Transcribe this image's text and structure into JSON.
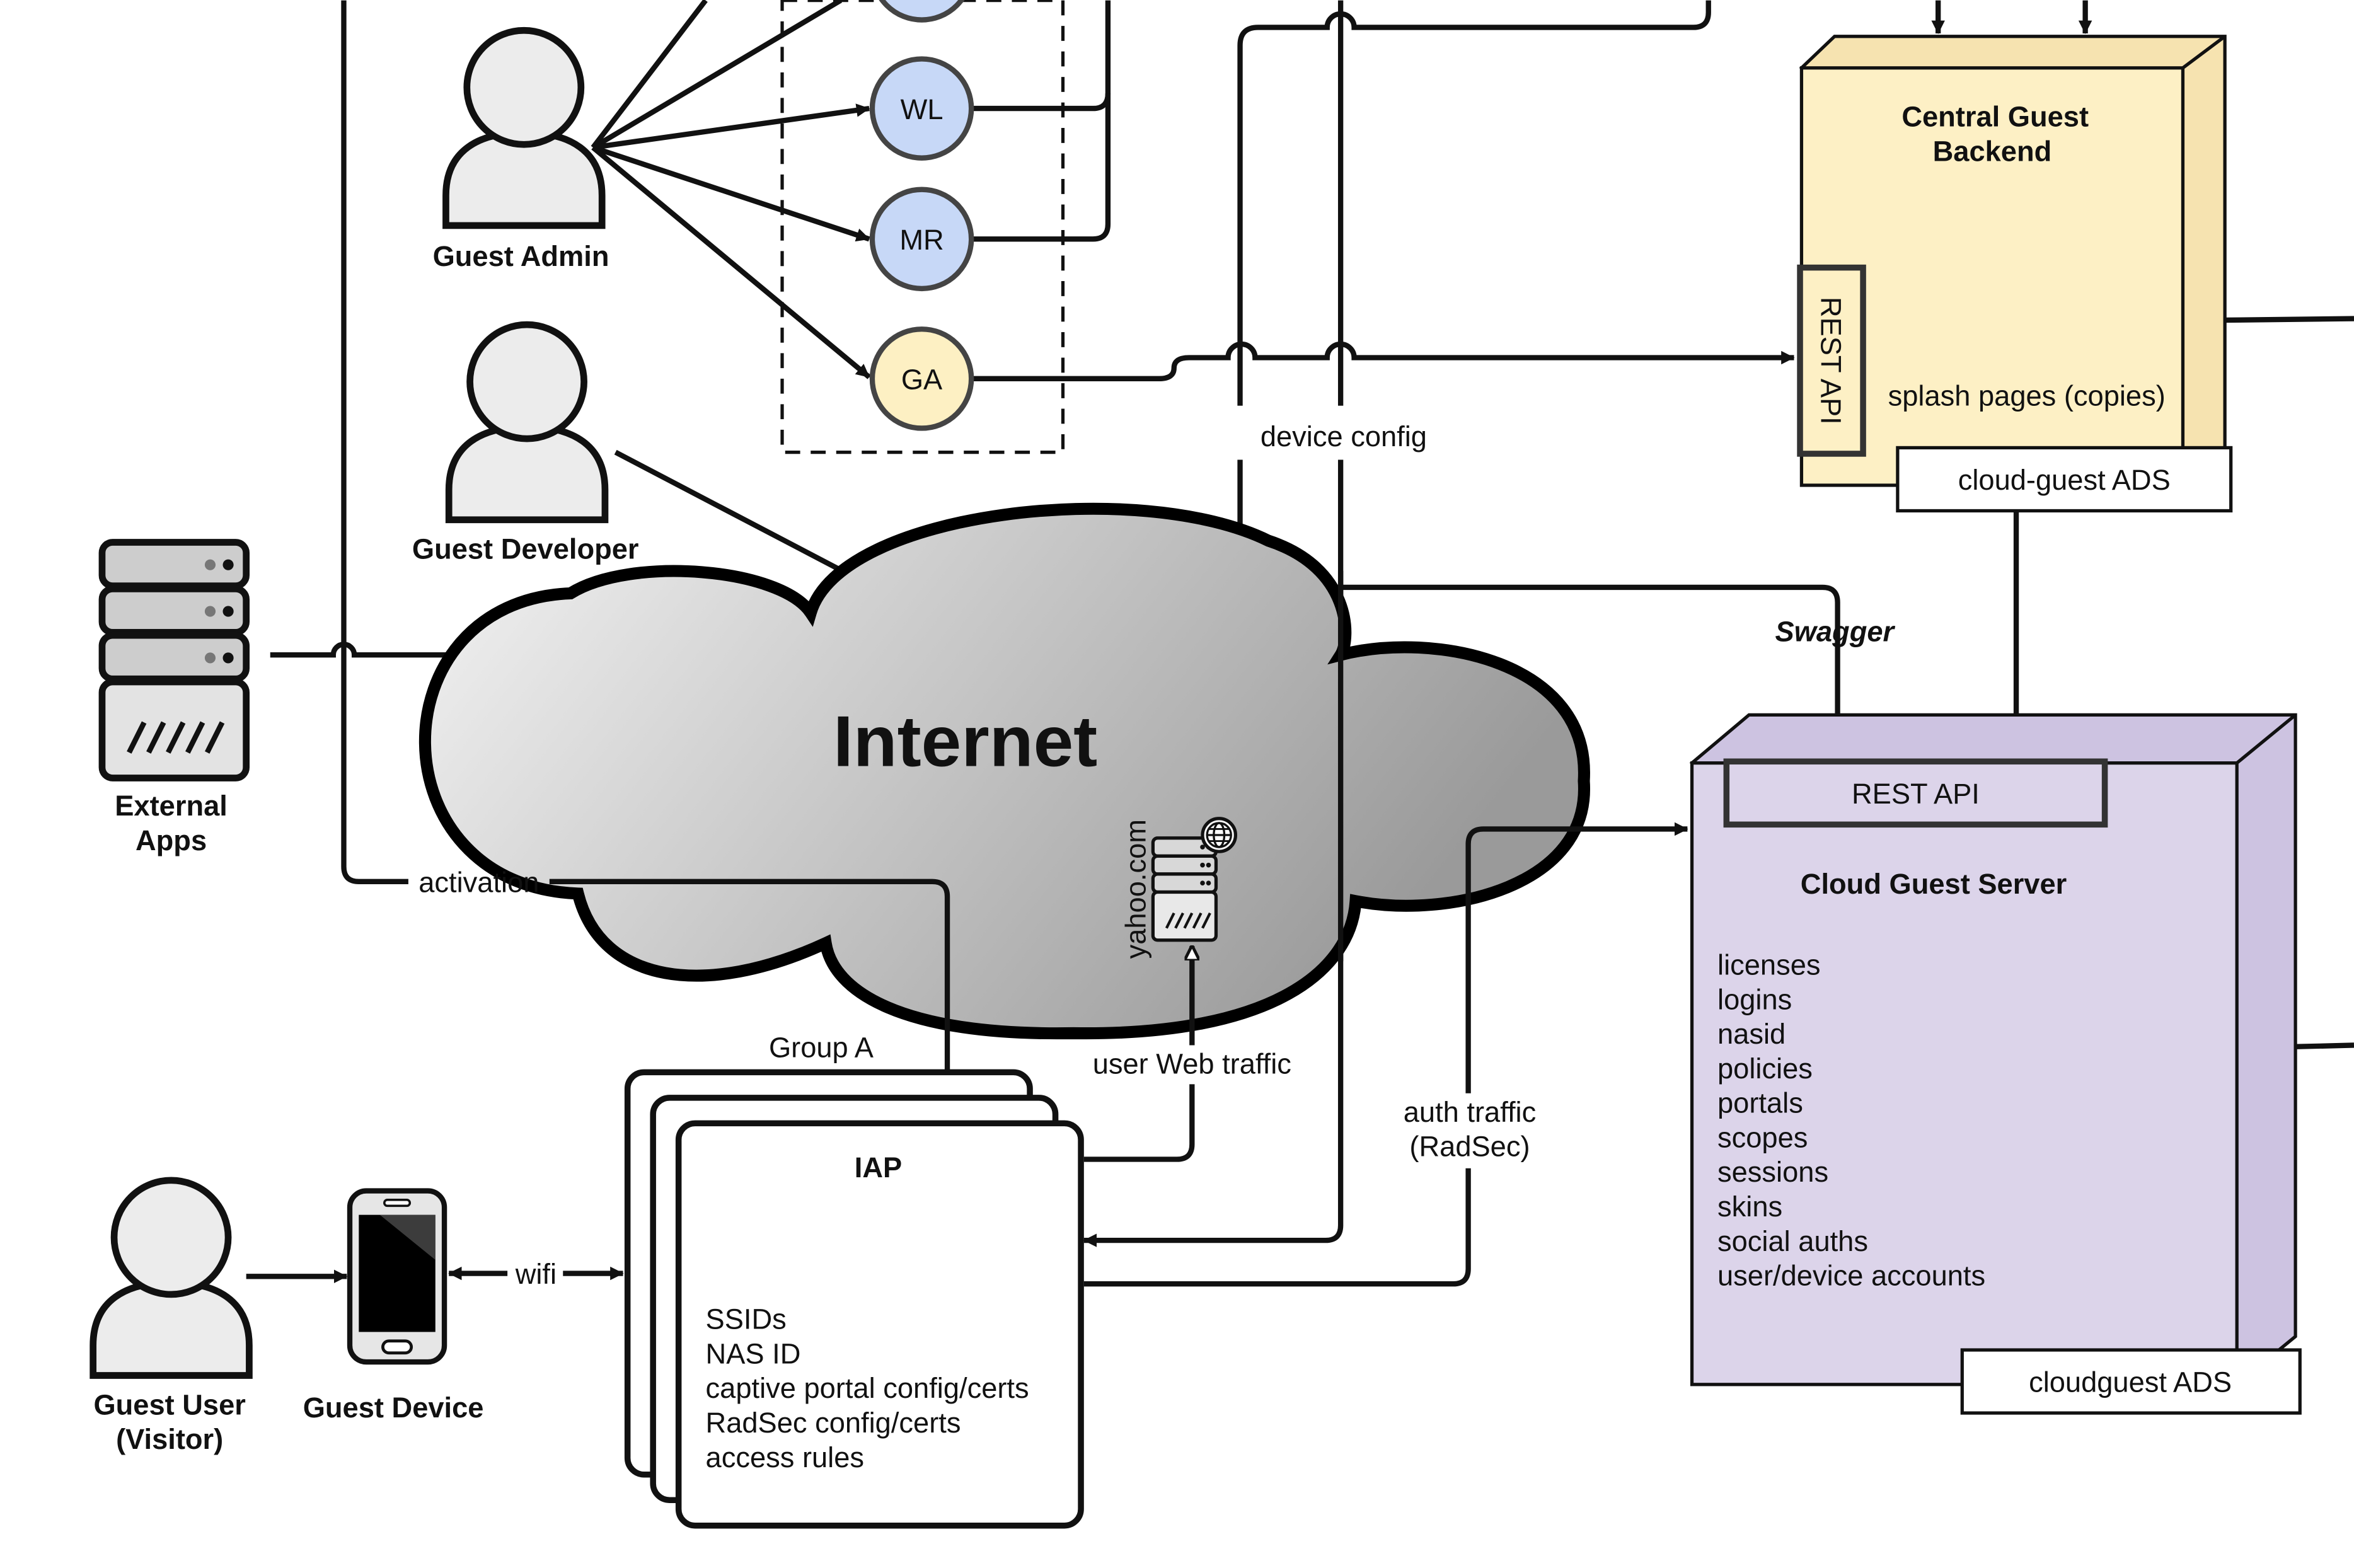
{
  "colors": {
    "node_blue": "#c7d8f7",
    "node_yellow": "#fdf0c3",
    "backend_fill": "#fdf0c5",
    "server_fill": "#dcd4ea",
    "person_fill": "#ececec",
    "cloud_light": "#f4f4f4",
    "cloud_dark": "#9a9a9a"
  },
  "people": {
    "guest_admin": "Guest Admin",
    "guest_developer": "Guest Developer",
    "guest_user": [
      "Guest User",
      "(Visitor)"
    ]
  },
  "nodes": {
    "wl": "WL",
    "mr": "MR",
    "ga": "GA"
  },
  "external_apps": [
    "External",
    "Apps"
  ],
  "guest_device": "Guest Device",
  "icons": [
    "person-icon",
    "server-rack-icon",
    "smartphone-icon",
    "web-server-icon",
    "globe-icon"
  ],
  "cloud": {
    "label": "Internet",
    "site": "yahoo.com"
  },
  "iap": {
    "group": "Group A",
    "title": "IAP",
    "items": [
      "SSIDs",
      "NAS ID",
      "captive portal config/certs",
      "RadSec config/certs",
      "access rules"
    ]
  },
  "backend": {
    "title": [
      "Central Guest",
      "Backend"
    ],
    "rest_api": "REST API",
    "pages": "splash pages (copies)",
    "ads": "cloud-guest ADS"
  },
  "server": {
    "rest_api": "REST API",
    "title": "Cloud Guest Server",
    "items": [
      "licenses",
      "logins",
      "nasid",
      "policies",
      "portals",
      "scopes",
      "sessions",
      "skins",
      "social auths",
      "user/device accounts"
    ],
    "ads": "cloudguest ADS"
  },
  "edge_labels": {
    "device_config": "device config",
    "swagger": "Swagger",
    "activation": "activation",
    "user_web_traffic": "user Web traffic",
    "auth_traffic": [
      "auth traffic",
      "(RadSec)"
    ],
    "wifi": "wifi"
  }
}
